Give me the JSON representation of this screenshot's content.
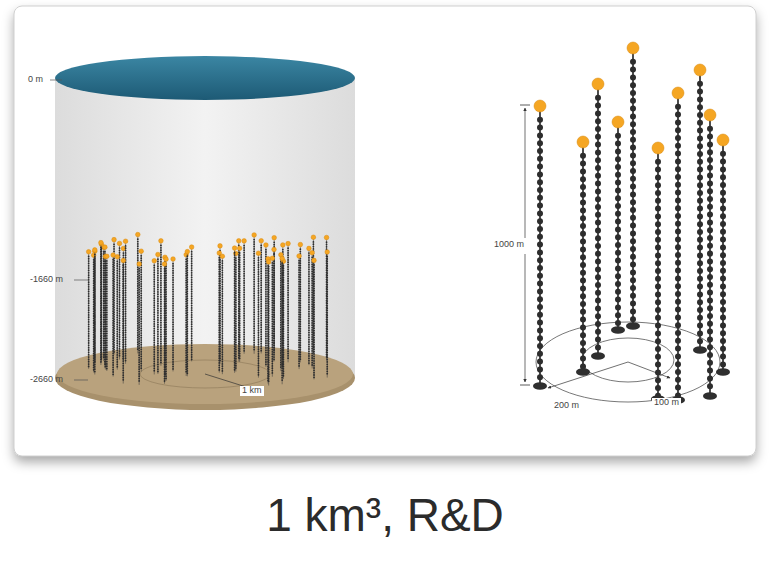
{
  "diagram": {
    "caption": "1 km³, R&D",
    "labels": [
      "0 m",
      "-1660 m",
      "-2660 m",
      "1 km",
      "1000 m",
      "200 m",
      "100 m"
    ]
  }
}
